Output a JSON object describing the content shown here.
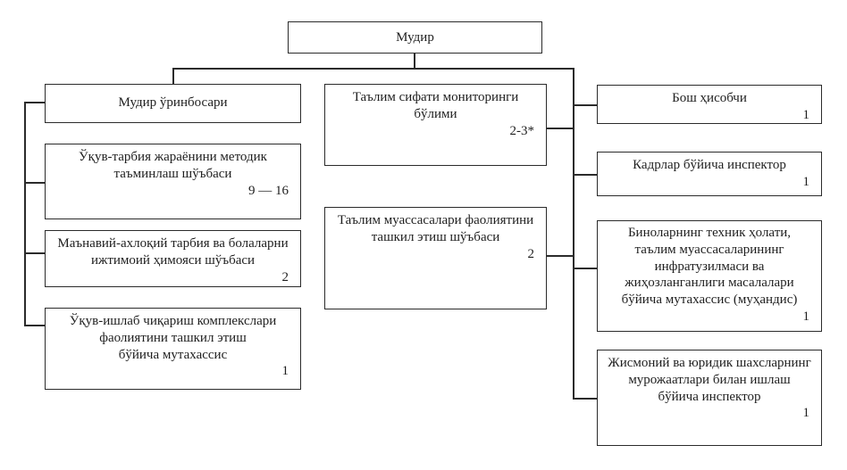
{
  "diagram": {
    "type": "org-chart",
    "colors": {
      "background": "#ffffff",
      "border": "#2b2b2b",
      "text": "#1f1f1f"
    },
    "root": {
      "title": "Мудир"
    },
    "left": {
      "head": {
        "title": "Мудир ўринбосари"
      },
      "items": [
        {
          "title": "Ўқув-тарбия жараёнини методик\nтаъминлаш шўъбаси",
          "count": "9 — 16"
        },
        {
          "title": "Маънавий-ахлоқий тарбия ва болаларни\nижтимоий ҳимояси шўъбаси",
          "count": "2"
        },
        {
          "title": "Ўқув-ишлаб чиқариш комплекслари\nфаолиятини ташкил этиш\nбўйича мутахассис",
          "count": "1"
        }
      ]
    },
    "middle": {
      "items": [
        {
          "title": "Таълим сифати мониторинги\nбўлими",
          "count": "2-3*"
        },
        {
          "title": "Таълим муассасалари фаолиятини\nташкил этиш шўъбаси",
          "count": "2"
        }
      ]
    },
    "right": {
      "items": [
        {
          "title": "Бош ҳисобчи",
          "count": "1"
        },
        {
          "title": "Кадрлар бўйича инспектор",
          "count": "1"
        },
        {
          "title": "Биноларнинг техник ҳолати,\nтаълим муассасаларининг\nинфратузилмаси ва\nжиҳозланганлиги масалалари\nбўйича мутахассис (муҳандис)",
          "count": "1"
        },
        {
          "title": "Жисмоний ва юридик шахсларнинг\nмурожаатлари билан ишлаш\nбўйича инспектор",
          "count": "1"
        }
      ]
    }
  }
}
